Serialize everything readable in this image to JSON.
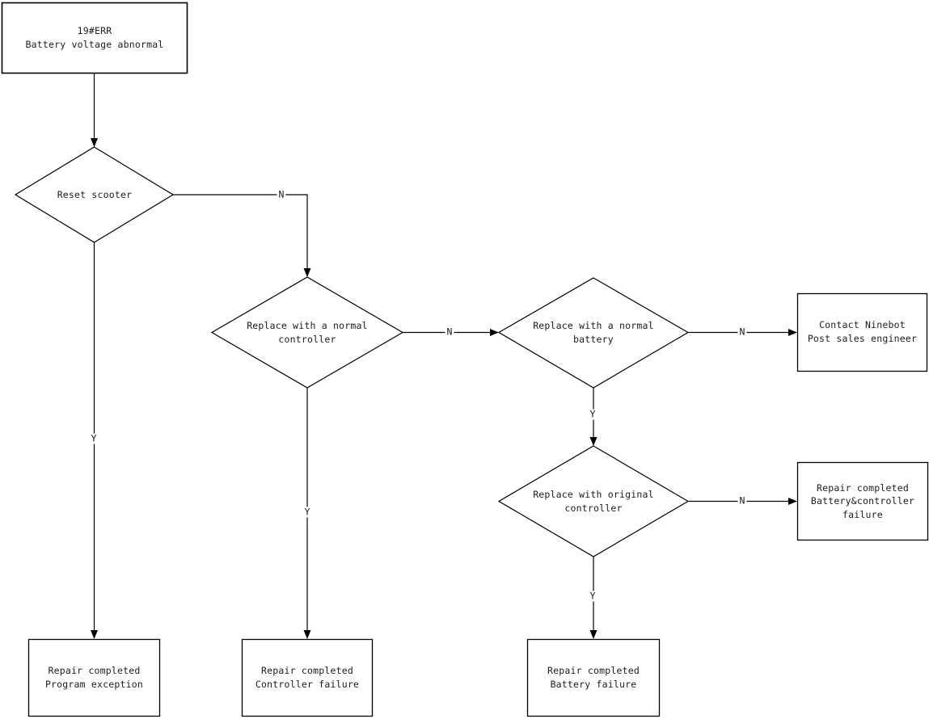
{
  "page": {
    "background_color": "#ffffff",
    "line_color": "#000000",
    "text_color": "#1c1c1c"
  },
  "nodes": {
    "start": {
      "text": "19#ERR\nBattery voltage abnormal"
    },
    "reset_scooter": {
      "text": "Reset scooter"
    },
    "replace_normal_controller": {
      "text": "Replace with a normal\ncontroller"
    },
    "replace_normal_battery": {
      "text": "Replace with a normal\nbattery"
    },
    "contact_ninebot": {
      "text": "Contact Ninebot\nPost sales engineer"
    },
    "replace_original_controller": {
      "text": "Replace with original\ncontroller"
    },
    "battery_controller_failure": {
      "text": "Repair completed\nBattery&controller\nfailure"
    },
    "program_exception": {
      "text": "Repair completed\nProgram exception"
    },
    "controller_failure": {
      "text": "Repair completed\nController failure"
    },
    "battery_failure": {
      "text": "Repair completed\nBattery failure"
    }
  },
  "edges": {
    "reset_no": {
      "label": "N"
    },
    "reset_yes": {
      "label": "Y"
    },
    "controller_no": {
      "label": "N"
    },
    "controller_yes": {
      "label": "Y"
    },
    "battery_no": {
      "label": "N"
    },
    "battery_yes": {
      "label": "Y"
    },
    "original_no": {
      "label": "N"
    },
    "original_yes": {
      "label": "Y"
    }
  }
}
